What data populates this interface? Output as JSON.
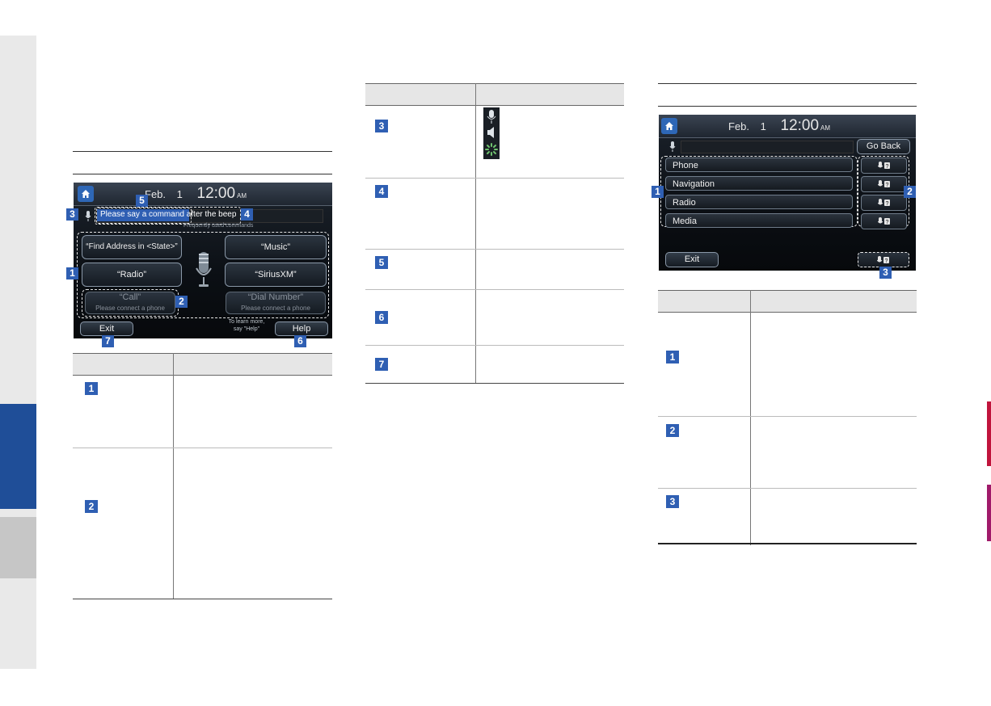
{
  "screen_left": {
    "date": "Feb.",
    "day": "1",
    "time": "12:00",
    "ampm": "AM",
    "prompt": "Please say a command after the beep",
    "freq_label": "Frequently used commands",
    "commands": [
      {
        "label": "“Find Address in <State>”"
      },
      {
        "label": "“Music”"
      },
      {
        "label": "“Radio”"
      },
      {
        "label": "“SiriusXM”"
      },
      {
        "label": "“Call”",
        "sub": "Please connect a phone"
      },
      {
        "label": "“Dial Number”",
        "sub": "Please connect a phone"
      }
    ],
    "exit_label": "Exit",
    "help_label": "Help",
    "learn_more_1": "To learn more,",
    "learn_more_2": "say \"Help\"",
    "badges": {
      "b1": "1",
      "b2": "2",
      "b3": "3",
      "b4": "4",
      "b5": "5",
      "b6": "6",
      "b7": "7"
    }
  },
  "table_left": {
    "rows": [
      {
        "num": "1"
      },
      {
        "num": "2"
      }
    ]
  },
  "table_mid": {
    "rows": [
      {
        "num": "3"
      },
      {
        "num": "4"
      },
      {
        "num": "5"
      },
      {
        "num": "6"
      },
      {
        "num": "7"
      }
    ]
  },
  "screen_right": {
    "date": "Feb.",
    "day": "1",
    "time": "12:00",
    "ampm": "AM",
    "go_back_label": "Go Back",
    "items": [
      {
        "label": "Phone"
      },
      {
        "label": "Navigation"
      },
      {
        "label": "Radio"
      },
      {
        "label": "Media"
      }
    ],
    "exit_label": "Exit",
    "badges": {
      "b1": "1",
      "b2": "2",
      "b3": "3"
    }
  },
  "table_right": {
    "rows": [
      {
        "num": "1"
      },
      {
        "num": "2"
      },
      {
        "num": "3"
      }
    ]
  },
  "colors": {
    "accent": "#2f5fb3",
    "tab_blue": "#1f4e98",
    "tab_gray": "#c6c6c6",
    "rail": "#e9e9e9"
  }
}
